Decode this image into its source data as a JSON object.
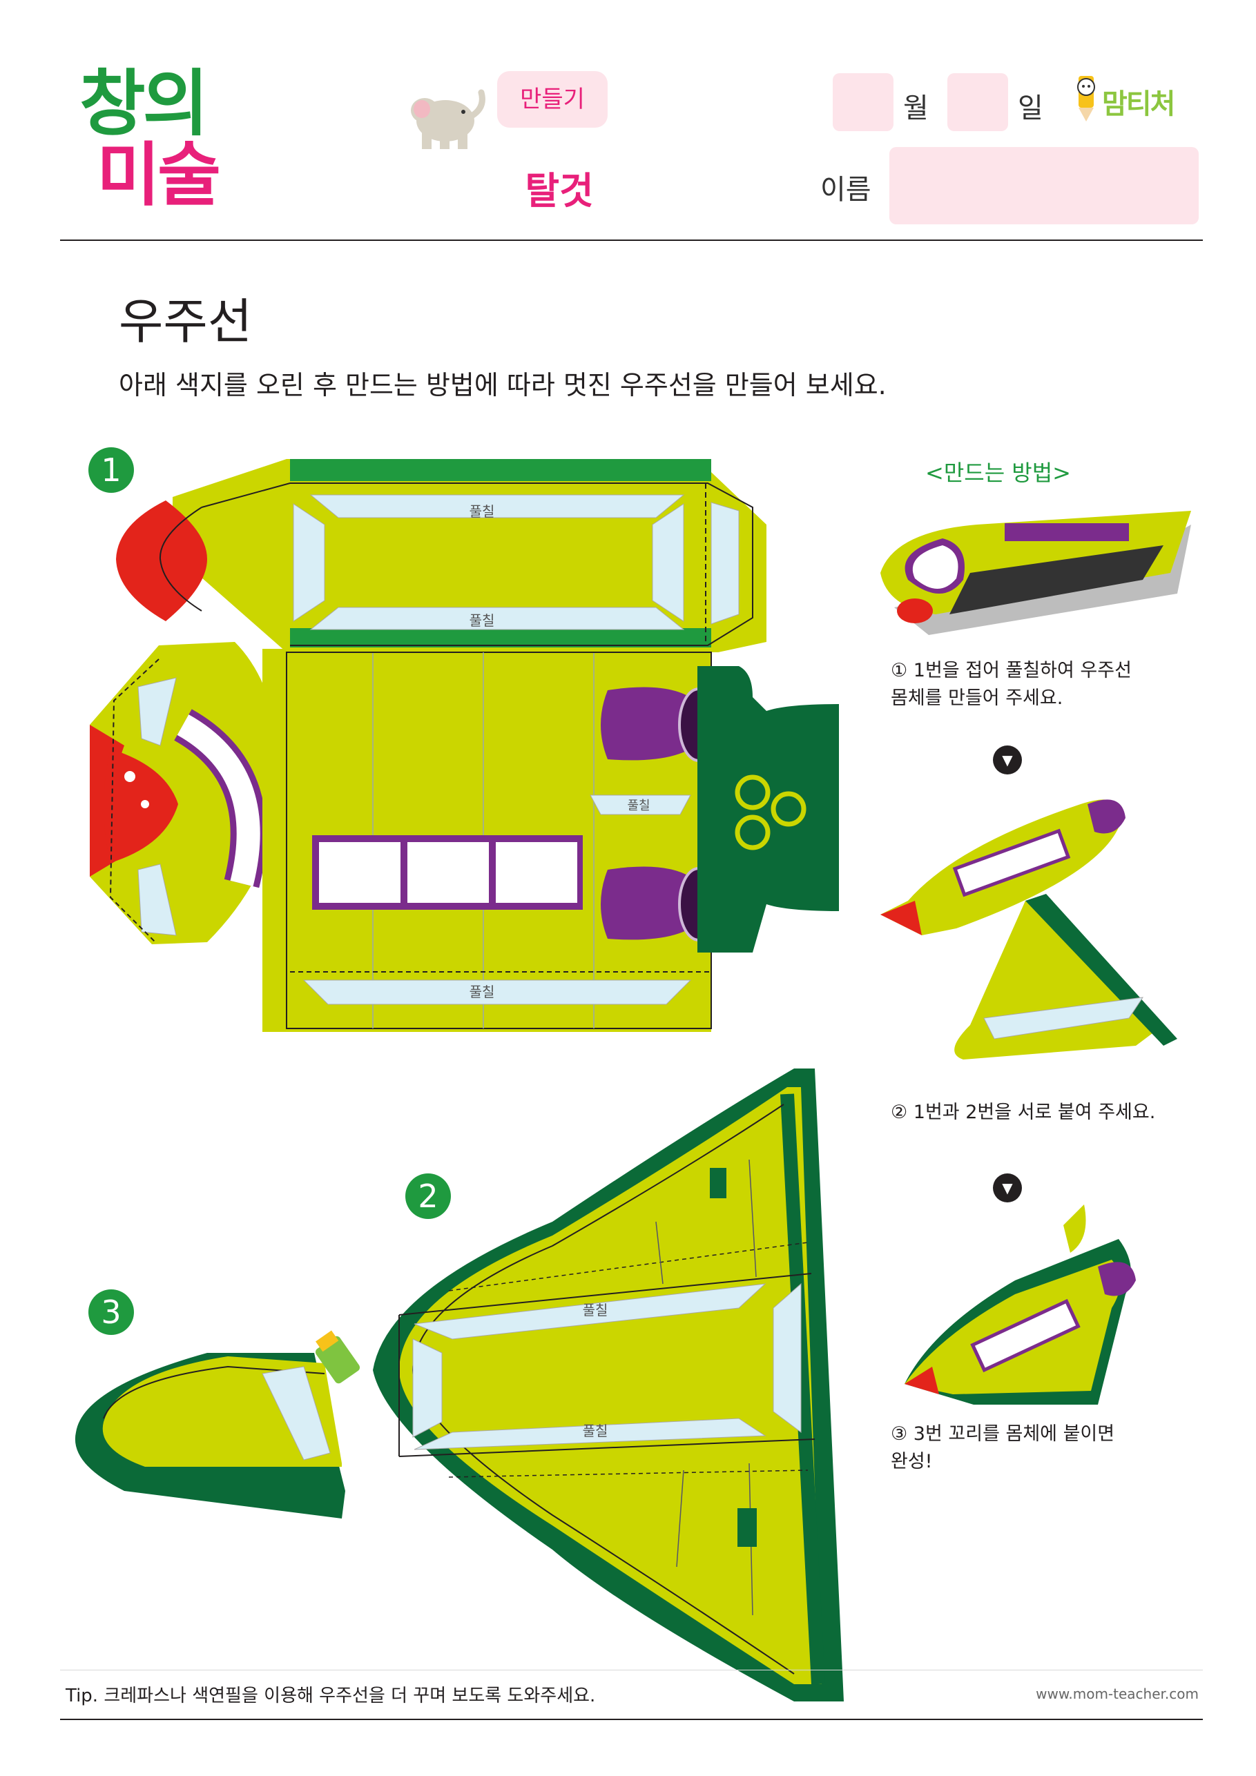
{
  "header": {
    "logo_line1": "창의",
    "logo_line2": "미술",
    "category_badge": "만들기",
    "topic": "탈것",
    "month_label": "월",
    "day_label": "일",
    "brand": "맘티처",
    "name_label": "이름"
  },
  "title": "우주선",
  "instruction": "아래 색지를 오린 후 만드는 방법에 따라 멋진 우주선을 만들어 보세요.",
  "parts": {
    "part1_number": "1",
    "part2_number": "2",
    "part3_number": "3",
    "glue_label": "풀칠"
  },
  "howto": {
    "heading": "<만드는 방법>",
    "step1": "① 1번을 접어 풀칠하여 우주선\n   몸체를 만들어 주세요.",
    "step2": "② 1번과 2번을 서로 붙여 주세요.",
    "step3": "③ 3번 꼬리를 몸체에 붙이면\n   완성!",
    "arrow": "▼"
  },
  "footer": {
    "tip": "Tip. 크레파스나 색연필을 이용해 우주선을 더 꾸며 보도록 도와주세요.",
    "url": "www.mom-teacher.com"
  },
  "colors": {
    "lime": "#cbd600",
    "dark_green": "#0b6a38",
    "green": "#1f9a3f",
    "red": "#e3241b",
    "purple": "#7b2c8c",
    "pale_blue": "#d9eef6",
    "pink": "#e8207a",
    "badge_pink": "#fde4ea"
  }
}
